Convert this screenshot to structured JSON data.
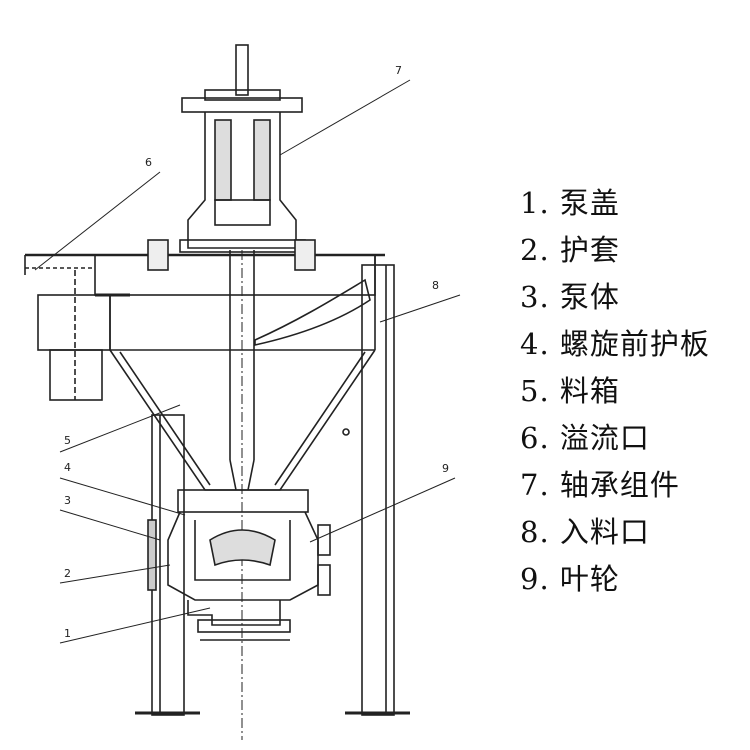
{
  "legend": [
    {
      "text": "1. 泵盖"
    },
    {
      "text": "2. 护套"
    },
    {
      "text": "3. 泵体"
    },
    {
      "text": "4. 螺旋前护板"
    },
    {
      "text": "5. 料箱"
    },
    {
      "text": "6. 溢流口"
    },
    {
      "text": "7. 轴承组件"
    },
    {
      "text": "8. 入料口"
    },
    {
      "text": "9. 叶轮"
    }
  ],
  "callouts": {
    "c1": "1",
    "c2": "2",
    "c3": "3",
    "c4": "4",
    "c5": "5",
    "c6": "6",
    "c7": "7",
    "c8": "8",
    "c9": "9"
  }
}
